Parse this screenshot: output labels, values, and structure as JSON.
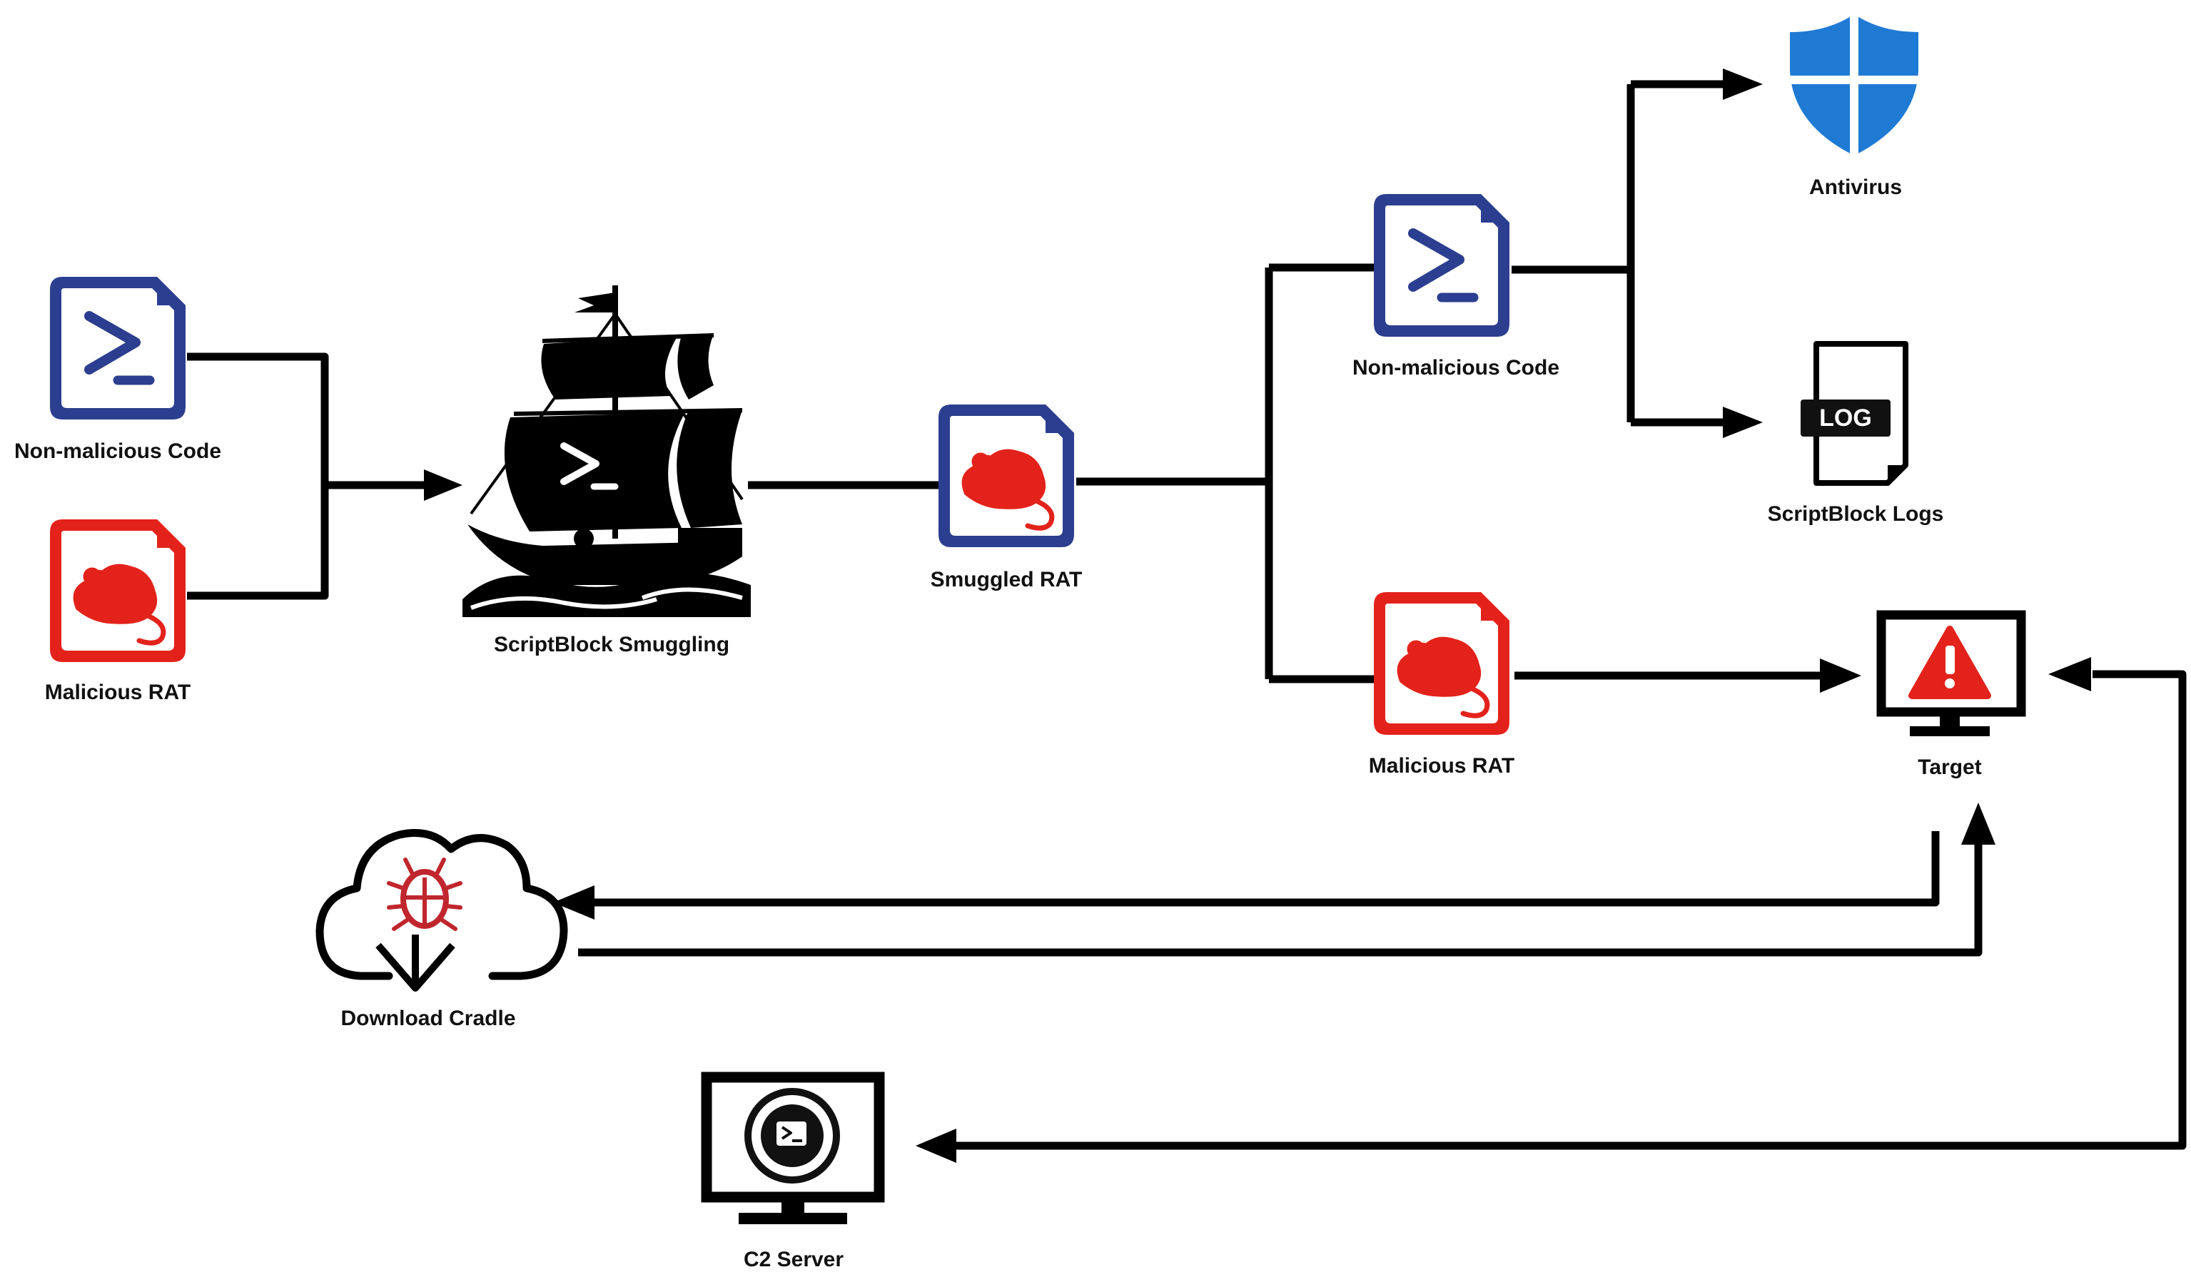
{
  "colors": {
    "powershell_blue": "#2c3e8f",
    "rat_red": "#e3231b",
    "defender_blue": "#1f7ad4",
    "line": "#000000",
    "warning_red": "#e3231b"
  },
  "labels": {
    "input_code": "Non-malicious Code",
    "input_rat": "Malicious RAT",
    "smuggling": "ScriptBlock Smuggling",
    "smuggled_rat": "Smuggled RAT",
    "visible_code": "Non-malicious Code",
    "hidden_rat": "Malicious RAT",
    "antivirus": "Antivirus",
    "logs": "ScriptBlock Logs",
    "target": "Target",
    "cradle": "Download Cradle",
    "c2": "C2 Server",
    "log_badge": "LOG"
  },
  "icons": {
    "input_code": "powershell-file-icon",
    "input_rat": "rat-file-icon",
    "smuggling": "pirate-ship-icon",
    "smuggled_rat": "rat-file-icon",
    "visible_code": "powershell-file-icon",
    "hidden_rat": "rat-file-icon",
    "antivirus": "windows-defender-shield-icon",
    "logs": "log-file-icon",
    "target": "warning-monitor-icon",
    "cradle": "cloud-bug-download-icon",
    "c2": "c2-monitor-icon"
  }
}
